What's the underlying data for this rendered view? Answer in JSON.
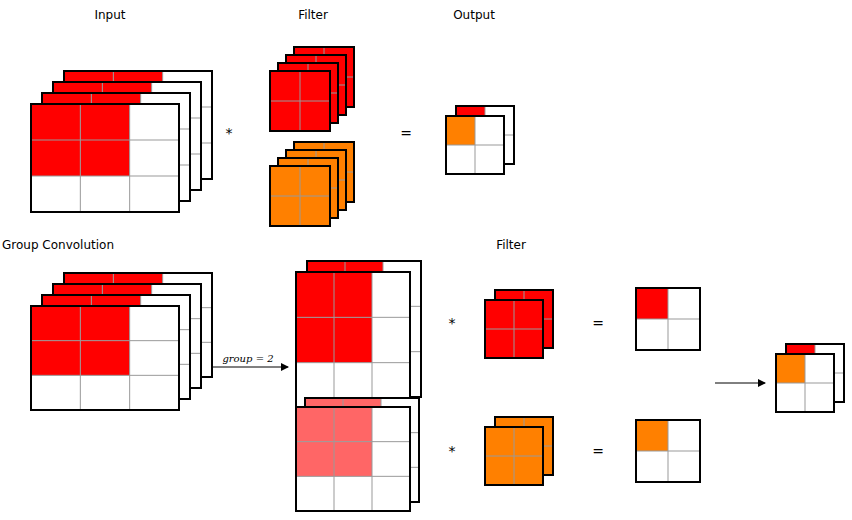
{
  "diagram": {
    "labels": [
      "Input",
      "Filter",
      "Output",
      "*",
      "=",
      "Group Convolution",
      "group = 2",
      "Filter",
      "*",
      "=",
      "*",
      "="
    ]
  }
}
